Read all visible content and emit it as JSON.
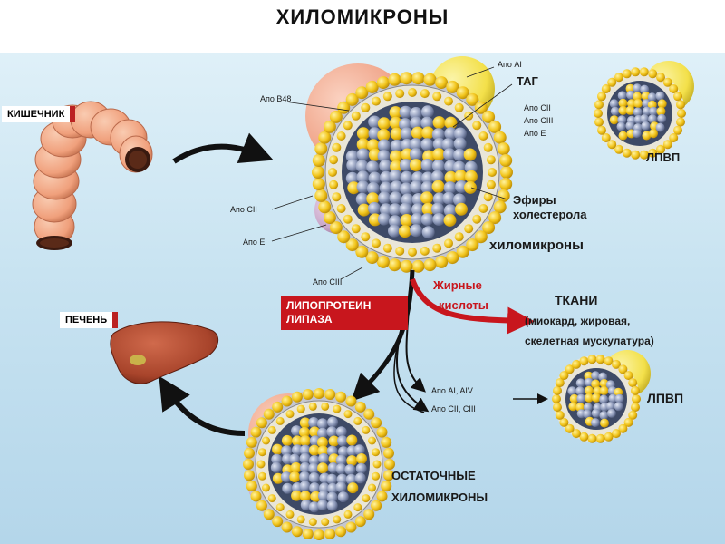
{
  "title": "ХИЛОМИКРОНЫ",
  "labels": {
    "intestine": "КИШЕЧНИК",
    "liver": "ПЕЧЕНЬ",
    "apo_b48": "Апо В48",
    "apo_ai": "Апо AI",
    "tag": "ТАГ",
    "apo_cii_top": "Апо CII",
    "apo_ciii_top": "Апо CIII",
    "apo_e_top": "Апо E",
    "hdl_top": "ЛПВП",
    "apo_cii_left": "Апо CII",
    "apo_e_left": "Апо E",
    "cholesterol_esters_1": "Эфиры",
    "cholesterol_esters_2": "холестерола",
    "chylomicrons": "хиломикроны",
    "apo_ciii_bottom": "Апо CIII",
    "lpl_1": "ЛИПОПРОТЕИН",
    "lpl_2": "ЛИПАЗА",
    "fatty_acids_1": "Жирные",
    "fatty_acids_2": "кислоты",
    "tissues_1": "ТКАНИ",
    "tissues_2": "(миокард, жировая,",
    "tissues_3": "скелетная мускулатура)",
    "apo_ai_aiv": "Апо AI, AIV",
    "apo_cii_ciii": "Апо CII, CIII",
    "hdl_bottom": "ЛПВП",
    "remnant_1": "ОСТАТОЧНЫЕ",
    "remnant_2": "ХИЛОМИКРОНЫ"
  },
  "colors": {
    "background_top": "#dff0f8",
    "background_bottom": "#b4d6ea",
    "phospholipid_head": "#f2c51c",
    "cholesterol_ester": "#8c98b8",
    "apo_b48": "#f0a58a",
    "apo_ai": "#f3e04a",
    "apo_e": "#c9a7c9",
    "intestine": "#f0a07c",
    "liver": "#a8442b",
    "lpl_box": "#c8161d",
    "fatty_acid_arrow": "#c8161d"
  }
}
